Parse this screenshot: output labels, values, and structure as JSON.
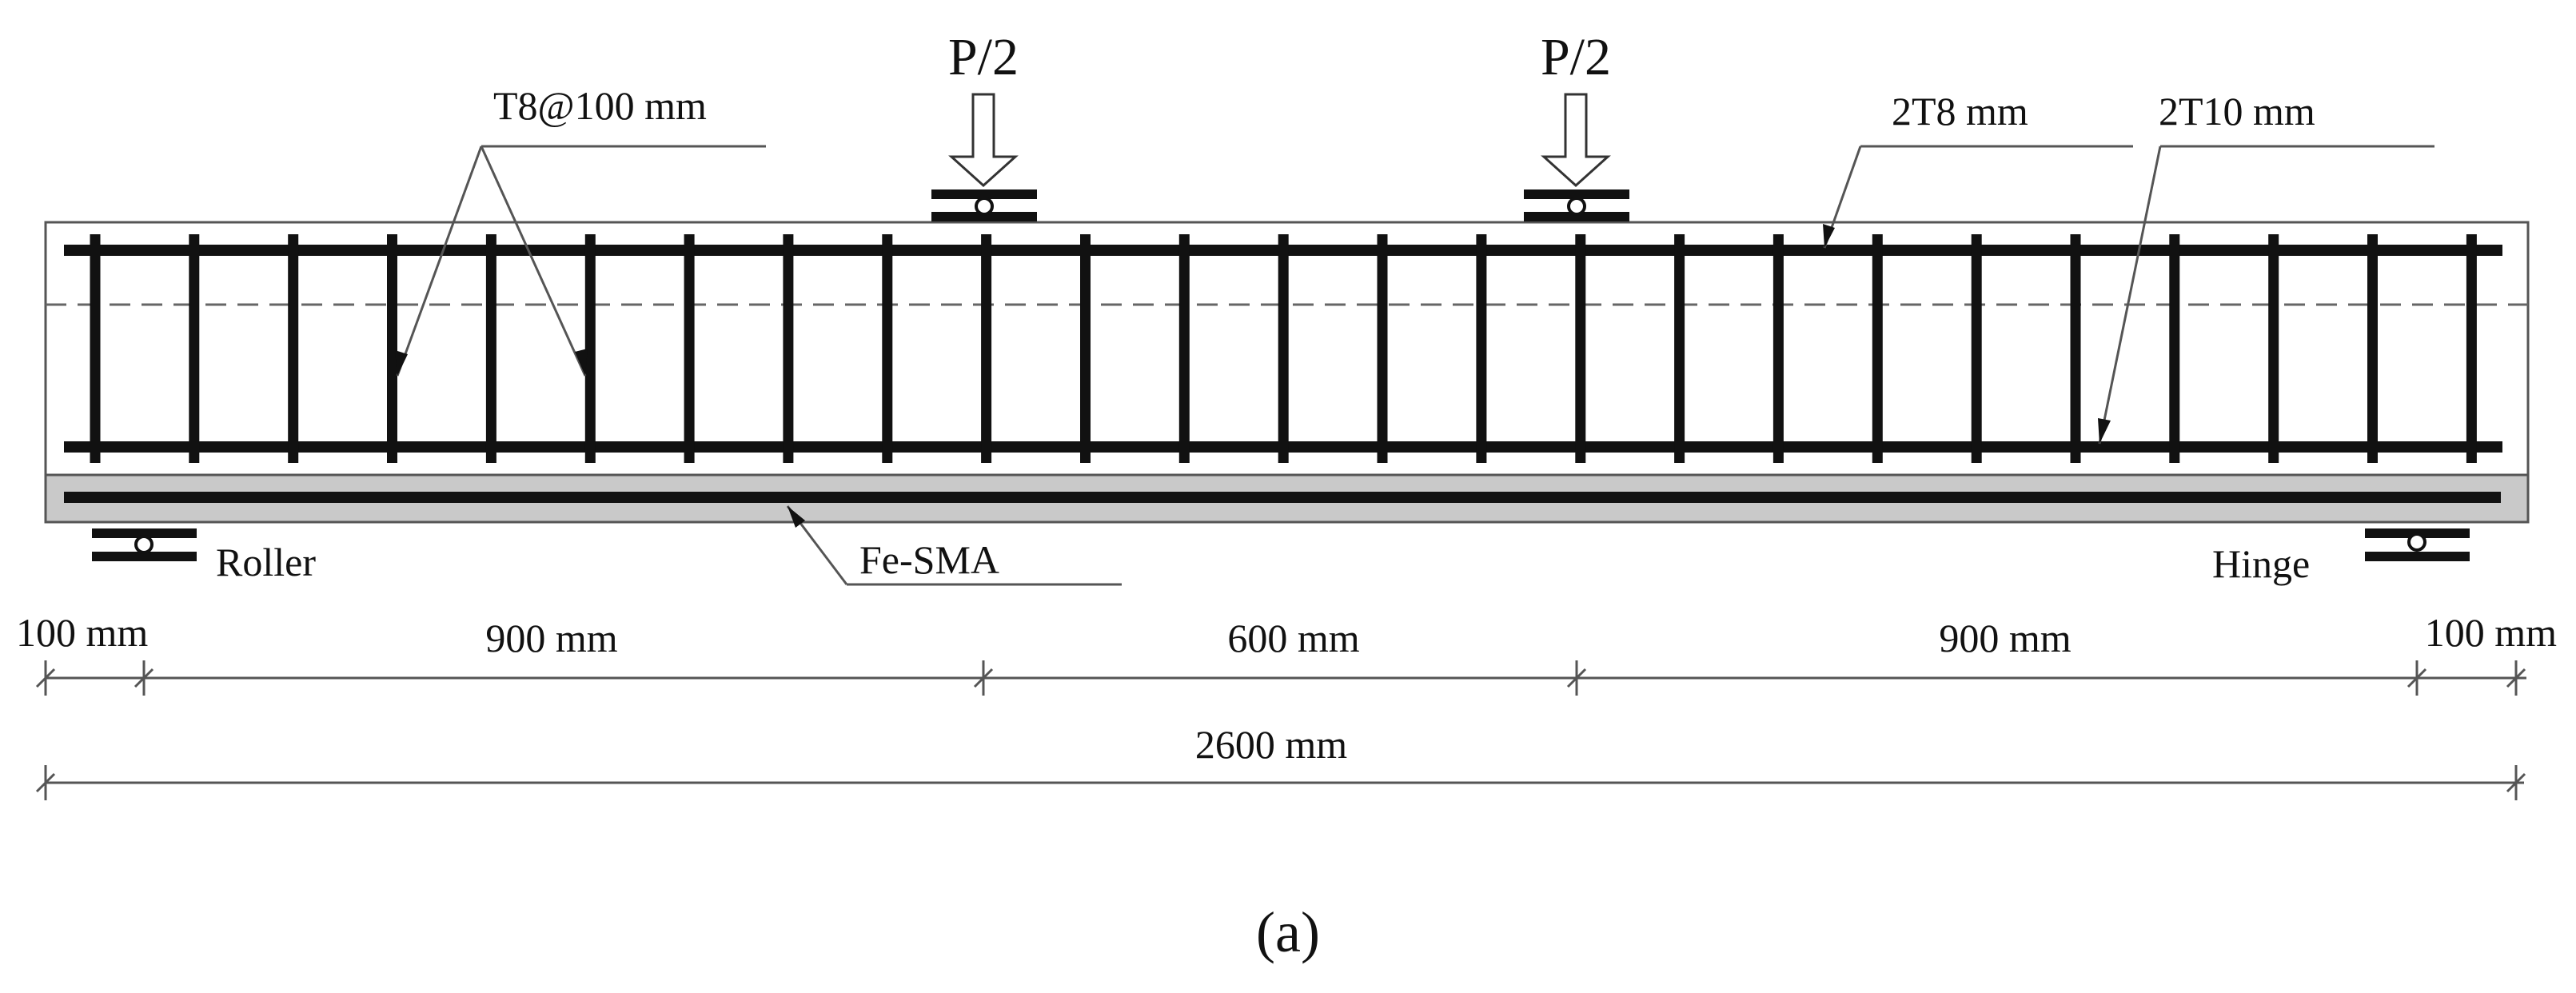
{
  "loads": {
    "left_label": "P/2",
    "right_label": "P/2"
  },
  "rebar": {
    "stirrup_label": "T8@100 mm",
    "top_bars_label": "2T8 mm",
    "bottom_bars_label": "2T10 mm",
    "sma_label": "Fe-SMA"
  },
  "supports": {
    "left_label": "Roller",
    "right_label": "Hinge"
  },
  "dimensions": {
    "segments": [
      "100 mm",
      "900 mm",
      "600 mm",
      "900 mm",
      "100 mm"
    ],
    "total": "2600 mm"
  },
  "caption": "(a)",
  "colors": {
    "ink": "#111111",
    "sma_strip": "#c9c9c9",
    "lines": "#555555"
  }
}
